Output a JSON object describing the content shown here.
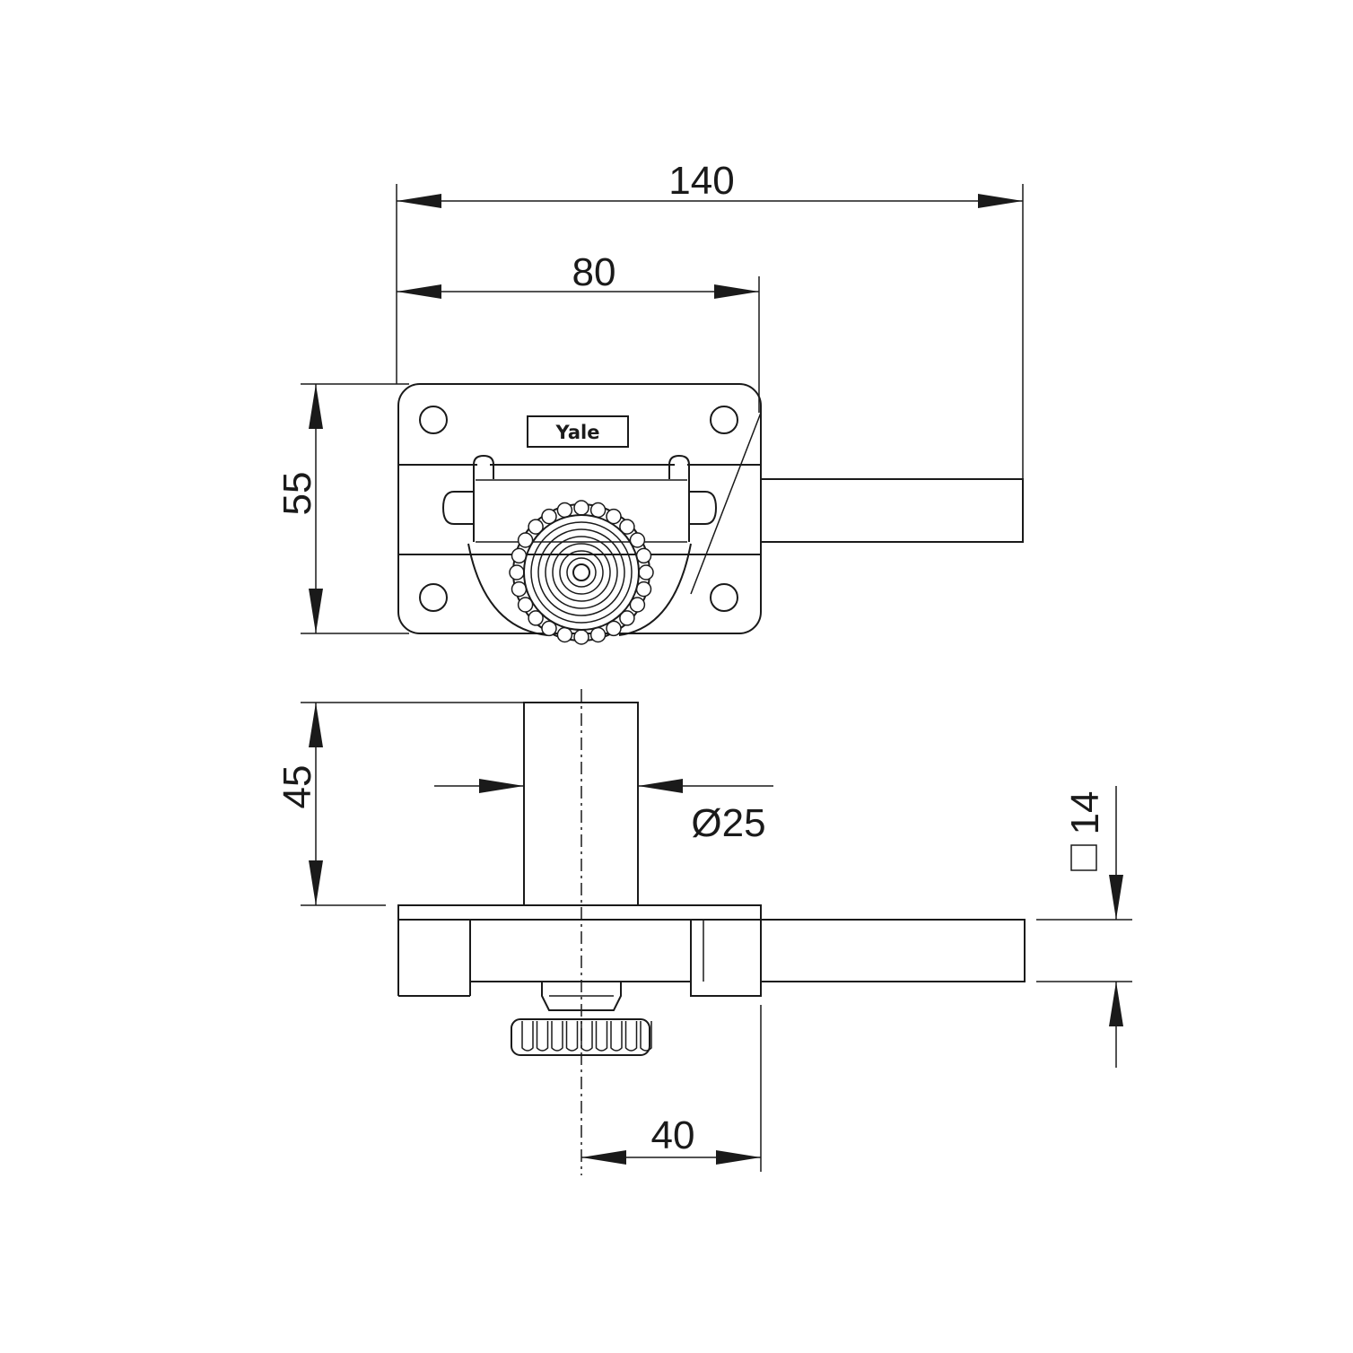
{
  "brand_label": "Yale",
  "dimensions": {
    "overall_length": "140",
    "plate_width": "80",
    "plate_height": "55",
    "cylinder_length": "45",
    "cylinder_diameter": "Ø25",
    "bolt_section": "14",
    "bolt_offset": "40"
  },
  "colors": {
    "line": "#1a1a1a",
    "background": "#ffffff"
  }
}
